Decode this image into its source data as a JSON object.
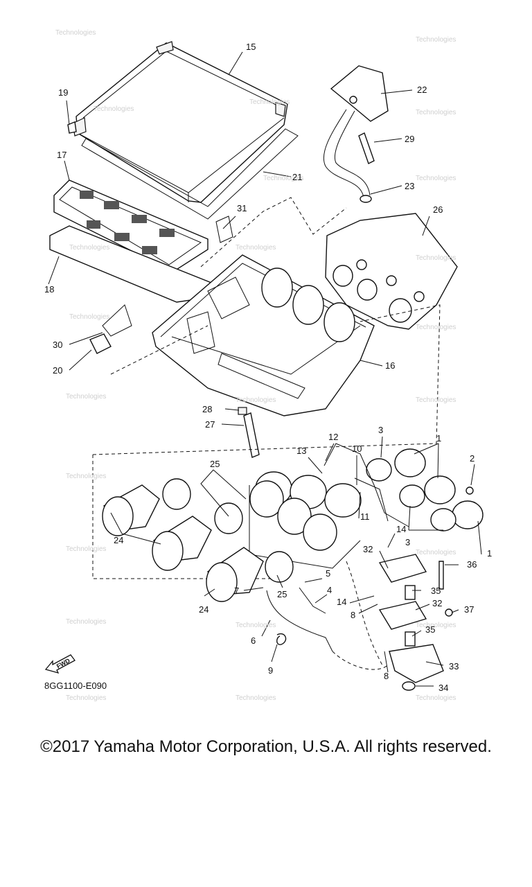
{
  "diagram": {
    "ref_code": "8GG1100-E090",
    "fwd_label": "FWD",
    "copyright": "©2017 Yamaha Motor Corporation, U.S.A. All rights reserved.",
    "callouts": [
      {
        "id": "c1a",
        "label": "1"
      },
      {
        "id": "c1b",
        "label": "1"
      },
      {
        "id": "c2",
        "label": "2"
      },
      {
        "id": "c3a",
        "label": "3"
      },
      {
        "id": "c3b",
        "label": "3"
      },
      {
        "id": "c4",
        "label": "4"
      },
      {
        "id": "c5",
        "label": "5"
      },
      {
        "id": "c6",
        "label": "6"
      },
      {
        "id": "c7",
        "label": "7"
      },
      {
        "id": "c8a",
        "label": "8"
      },
      {
        "id": "c8b",
        "label": "8"
      },
      {
        "id": "c9",
        "label": "9"
      },
      {
        "id": "c10",
        "label": "10"
      },
      {
        "id": "c11",
        "label": "11"
      },
      {
        "id": "c12",
        "label": "12"
      },
      {
        "id": "c13",
        "label": "13"
      },
      {
        "id": "c14a",
        "label": "14"
      },
      {
        "id": "c14b",
        "label": "14"
      },
      {
        "id": "c15",
        "label": "15"
      },
      {
        "id": "c16",
        "label": "16"
      },
      {
        "id": "c17",
        "label": "17"
      },
      {
        "id": "c18",
        "label": "18"
      },
      {
        "id": "c19",
        "label": "19"
      },
      {
        "id": "c20",
        "label": "20"
      },
      {
        "id": "c21",
        "label": "21"
      },
      {
        "id": "c22",
        "label": "22"
      },
      {
        "id": "c23",
        "label": "23"
      },
      {
        "id": "c24a",
        "label": "24"
      },
      {
        "id": "c24b",
        "label": "24"
      },
      {
        "id": "c25a",
        "label": "25"
      },
      {
        "id": "c25b",
        "label": "25"
      },
      {
        "id": "c26",
        "label": "26"
      },
      {
        "id": "c27",
        "label": "27"
      },
      {
        "id": "c28",
        "label": "28"
      },
      {
        "id": "c29",
        "label": "29"
      },
      {
        "id": "c30",
        "label": "30"
      },
      {
        "id": "c31",
        "label": "31"
      },
      {
        "id": "c32a",
        "label": "32"
      },
      {
        "id": "c32b",
        "label": "32"
      },
      {
        "id": "c33",
        "label": "33"
      },
      {
        "id": "c34",
        "label": "34"
      },
      {
        "id": "c35a",
        "label": "35"
      },
      {
        "id": "c35b",
        "label": "35"
      },
      {
        "id": "c36",
        "label": "36"
      },
      {
        "id": "c37",
        "label": "37"
      }
    ]
  }
}
